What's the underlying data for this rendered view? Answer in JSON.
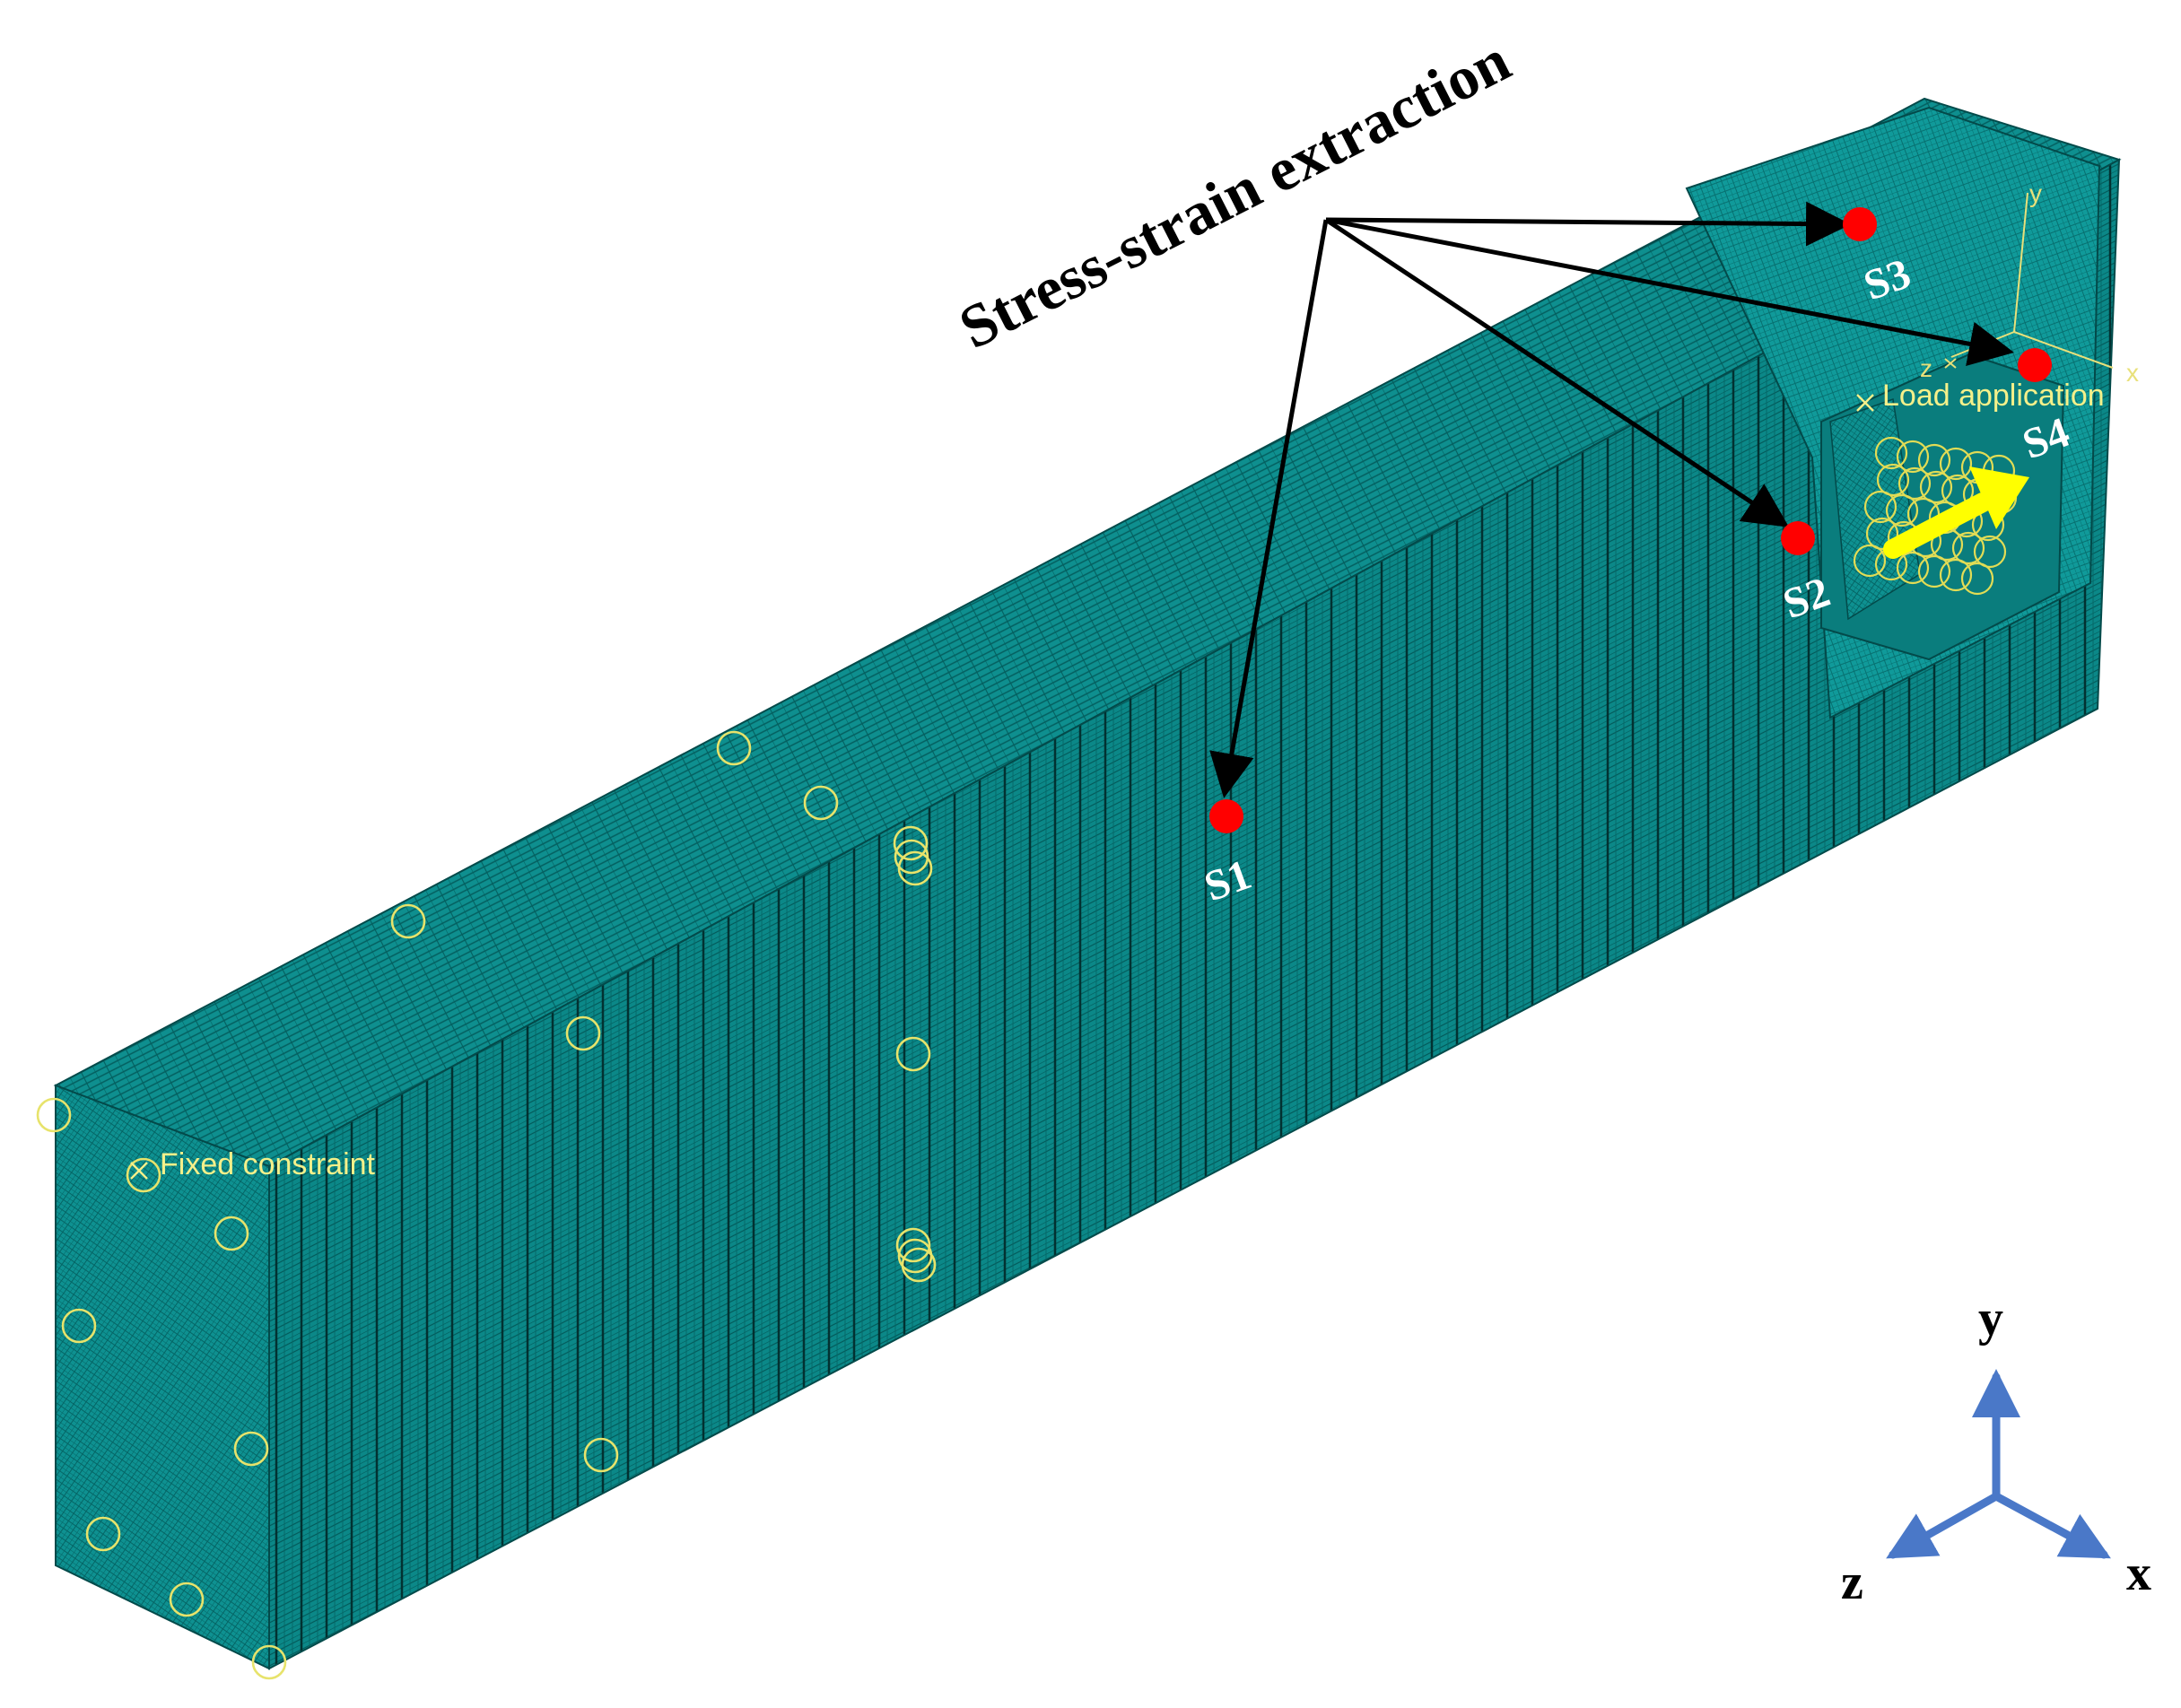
{
  "annotation": {
    "title": "Stress-strain extraction"
  },
  "points": [
    {
      "label": "S1"
    },
    {
      "label": "S2"
    },
    {
      "label": "S3"
    },
    {
      "label": "S4"
    }
  ],
  "boundary": {
    "fixed_label": "Fixed constraint",
    "load_label": "Load application"
  },
  "triad_local": {
    "x": "x",
    "y": "y",
    "z": "z"
  },
  "axes": {
    "x": "x",
    "y": "y",
    "z": "z"
  },
  "colors": {
    "mesh": "#0b8c8c",
    "mesh_dark": "#066b6b",
    "mesh_light": "#169e9e",
    "point": "#ff0000",
    "annotation": "#f4f08a",
    "load_arrow": "#ffff00",
    "axis": "#4a78c8",
    "arrow": "#000000"
  }
}
